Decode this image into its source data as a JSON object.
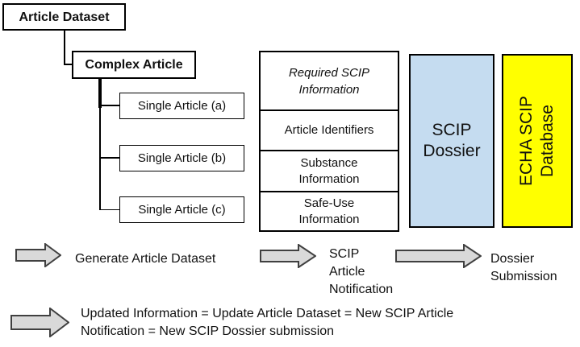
{
  "tree": {
    "root": {
      "label": "Article Dataset"
    },
    "child": {
      "label": "Complex Article"
    },
    "leaves": [
      {
        "label": "Single Article (a)"
      },
      {
        "label": "Single Article (b)"
      },
      {
        "label": "Single Article (c)"
      }
    ]
  },
  "scip_table": {
    "header_lines": [
      "Required SCIP",
      "Information"
    ],
    "rows": [
      {
        "lines": [
          "Article Identifiers",
          ""
        ]
      },
      {
        "lines": [
          "Substance",
          "Information"
        ]
      },
      {
        "lines": [
          "Safe-Use",
          "Information"
        ]
      }
    ]
  },
  "scip_dossier": {
    "lines": [
      "SCIP",
      "Dossier"
    ],
    "fill": "#C5DCF0"
  },
  "echa_database": {
    "lines": [
      "ECHA SCIP",
      "Database"
    ],
    "fill": "#FFFF00"
  },
  "flow": {
    "step1": {
      "label": "Generate Article Dataset"
    },
    "step2": {
      "lines": [
        "SCIP",
        "Article",
        "Notification"
      ]
    },
    "step3": {
      "lines": [
        "Dossier",
        "Submission"
      ]
    }
  },
  "legend": {
    "lines": [
      "Updated Information = Update Article Dataset = New SCIP Article",
      "Notification = New SCIP Dossier submission"
    ]
  },
  "colors": {
    "arrow_fill": "#D9D9D9",
    "arrow_stroke": "#404040",
    "dossier_fill": "#C5DCF0",
    "database_fill": "#FFFF00",
    "border": "#000000"
  }
}
